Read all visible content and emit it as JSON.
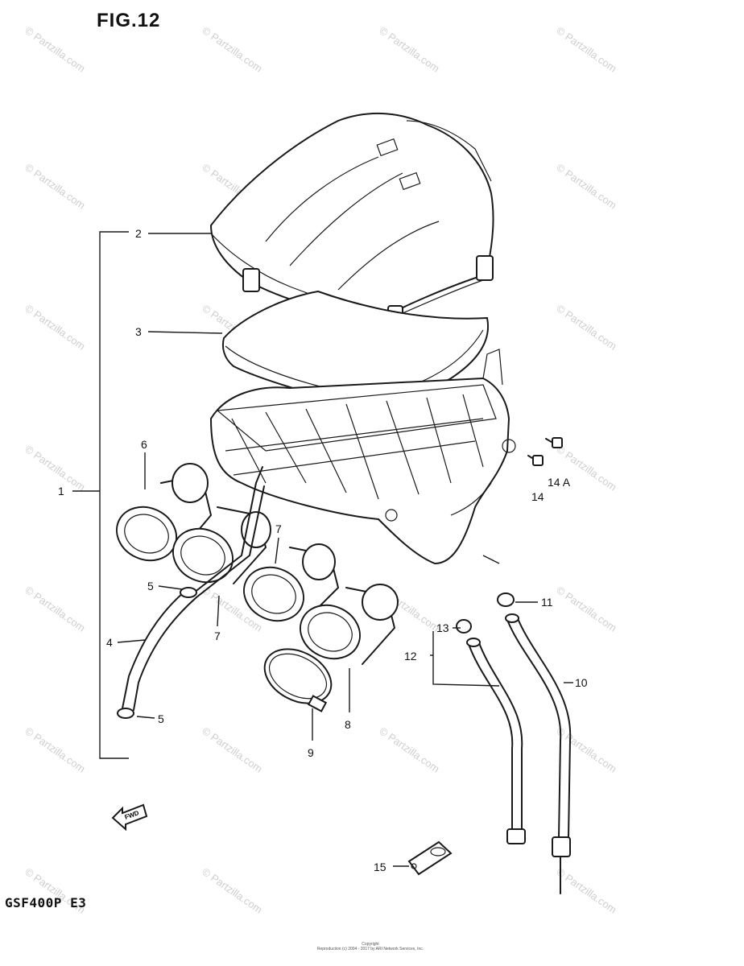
{
  "figure_title": "FIG.12",
  "model_code": "GSF400P E3",
  "copyright_line1": "Copyright",
  "copyright_line2": "Reproduction (c) 2004 - 2017 by ARI Network Services, Inc.",
  "watermark_text": "© Partzilla.com",
  "fwd_label": "FWD",
  "callouts": [
    {
      "id": "1",
      "label": "1"
    },
    {
      "id": "2",
      "label": "2"
    },
    {
      "id": "3",
      "label": "3"
    },
    {
      "id": "4",
      "label": "4"
    },
    {
      "id": "5a",
      "label": "5"
    },
    {
      "id": "5b",
      "label": "5"
    },
    {
      "id": "6",
      "label": "6"
    },
    {
      "id": "7a",
      "label": "7"
    },
    {
      "id": "7b",
      "label": "7"
    },
    {
      "id": "8",
      "label": "8"
    },
    {
      "id": "9",
      "label": "9"
    },
    {
      "id": "10",
      "label": "10"
    },
    {
      "id": "11",
      "label": "11"
    },
    {
      "id": "12",
      "label": "12"
    },
    {
      "id": "13",
      "label": "13"
    },
    {
      "id": "14",
      "label": "14"
    },
    {
      "id": "14A",
      "label": "14 A"
    },
    {
      "id": "15",
      "label": "15"
    }
  ]
}
